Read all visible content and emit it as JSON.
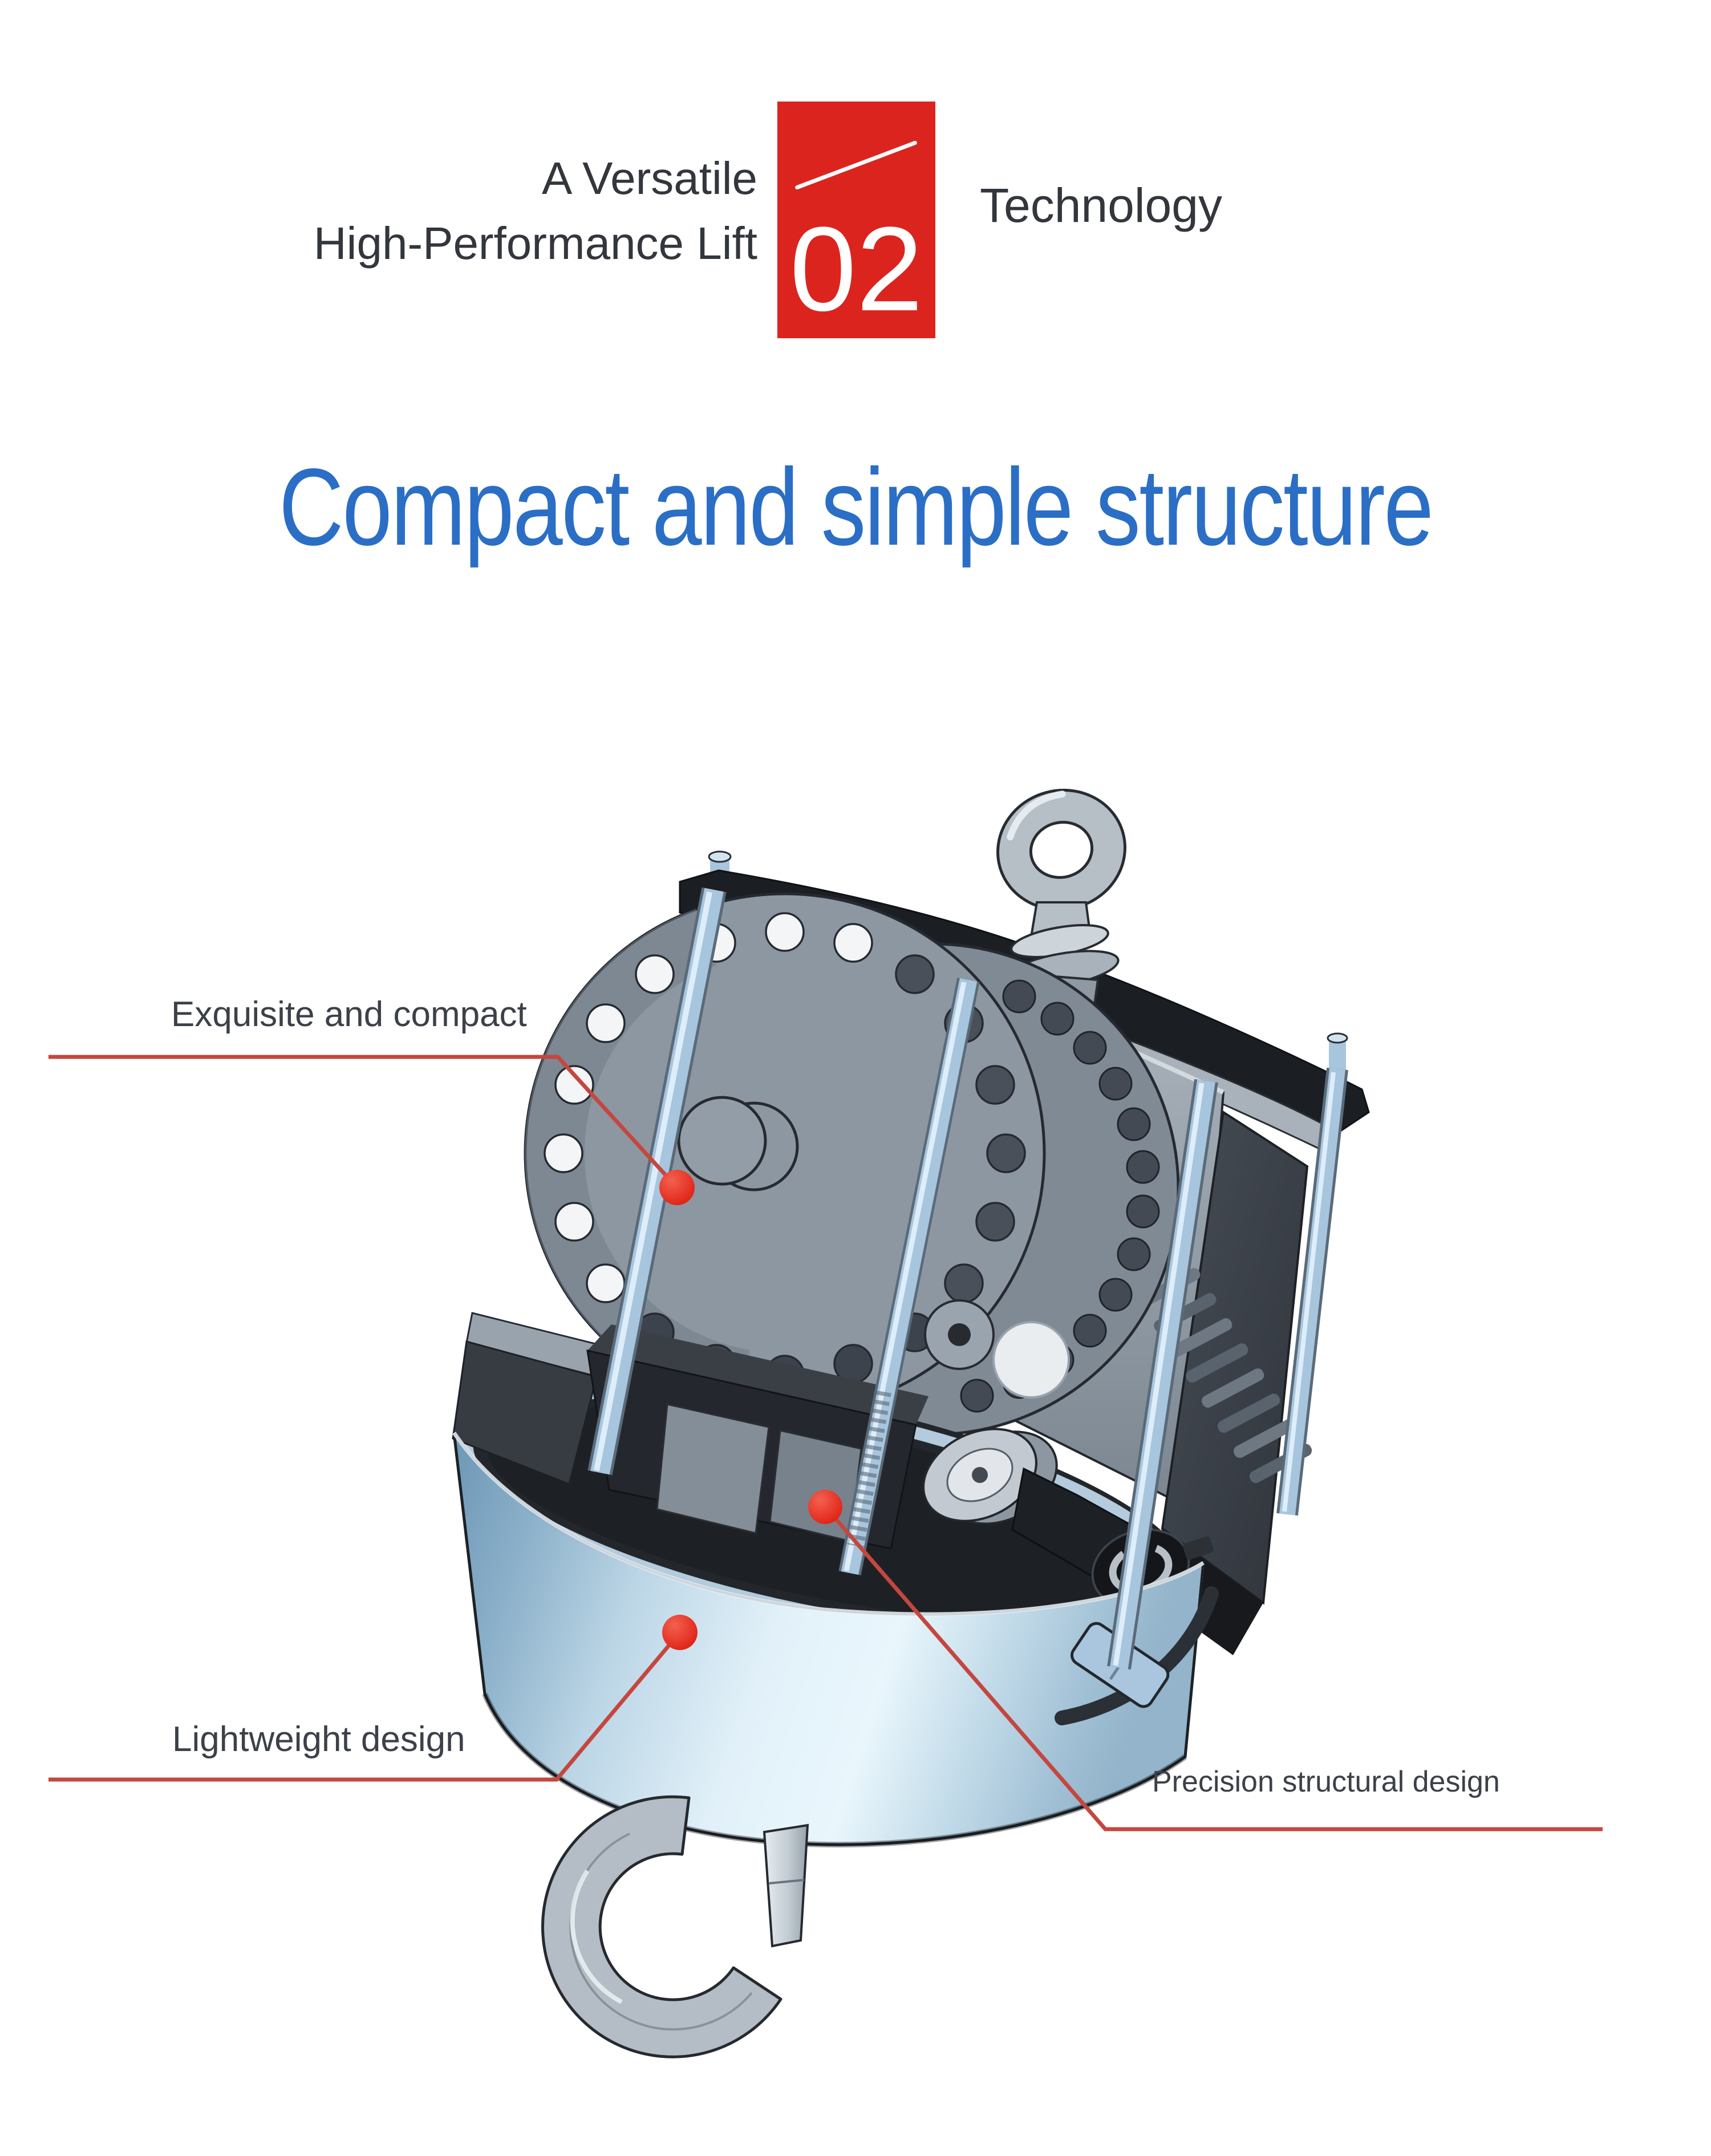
{
  "header": {
    "tagline_line1": "A Versatile",
    "tagline_line2": "High-Performance Lift",
    "section_number": "02",
    "section_word": "Technology"
  },
  "title": {
    "text": "Compact and simple structure"
  },
  "callouts": {
    "exquisite": {
      "label": "Exquisite and compact"
    },
    "lightweight": {
      "label": "Lightweight design"
    },
    "precision": {
      "label": "Precision structural design"
    }
  },
  "colors": {
    "accent_red": "#dc241f",
    "callout_line": "#c4473f",
    "callout_dot": "#e2261b",
    "title_blue": "#2b6ec5",
    "header_text": "#33363c",
    "label_text": "#3c4049"
  },
  "illustration": {
    "name": "electric-hoist-3d-render"
  }
}
